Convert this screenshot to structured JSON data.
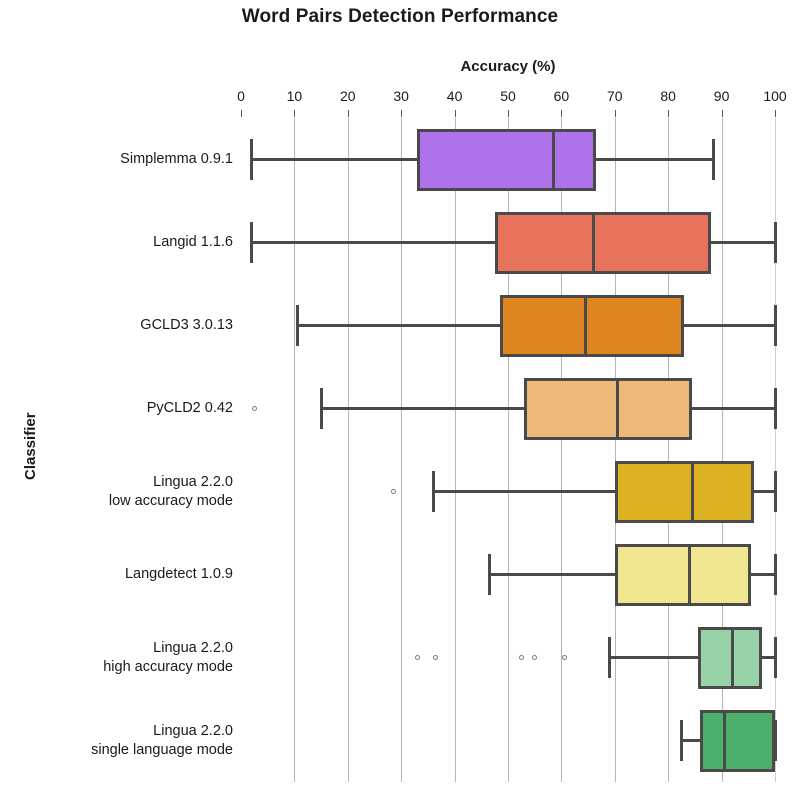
{
  "chart_data": {
    "type": "box",
    "title": "Word Pairs Detection Performance",
    "xlabel": "Accuracy (%)",
    "ylabel": "Classifier",
    "orientation": "horizontal",
    "xlim": [
      0,
      100
    ],
    "xticks": [
      0,
      10,
      20,
      30,
      40,
      50,
      60,
      70,
      80,
      90,
      100
    ],
    "xtick_labels": [
      "0",
      "10",
      "20",
      "30",
      "40",
      "50",
      "60",
      "70",
      "80",
      "90",
      "100"
    ],
    "grid": "vertical",
    "legend": "none",
    "categories": [
      "Simplemma 0.9.1",
      "Langid 1.1.6",
      "GCLD3 3.0.13",
      "PyCLD2 0.42",
      "Lingua 2.2.0 low accuracy mode",
      "Langdetect 1.0.9",
      "Lingua 2.2.0 high accuracy mode",
      "Lingua 2.2.0 single language mode"
    ],
    "boxes": [
      {
        "label_line1": "Simplemma 0.9.1",
        "label_line2": "",
        "whisker_low": 2.0,
        "q1": 33.0,
        "median": 58.5,
        "q3": 66.5,
        "whisker_high": 88.5,
        "fliers": [],
        "color": "#AF72EA"
      },
      {
        "label_line1": "Langid 1.1.6",
        "label_line2": "",
        "whisker_low": 2.0,
        "q1": 47.5,
        "median": 66.0,
        "q3": 88.0,
        "whisker_high": 100.0,
        "fliers": [],
        "color": "#E8735C"
      },
      {
        "label_line1": "GCLD3 3.0.13",
        "label_line2": "",
        "whisker_low": 10.5,
        "q1": 48.5,
        "median": 64.5,
        "q3": 83.0,
        "whisker_high": 100.0,
        "fliers": [],
        "color": "#DE8520"
      },
      {
        "label_line1": "PyCLD2 0.42",
        "label_line2": "",
        "whisker_low": 15.0,
        "q1": 53.0,
        "median": 70.5,
        "q3": 84.5,
        "whisker_high": 100.0,
        "fliers": [
          2.5
        ],
        "color": "#EDB878"
      },
      {
        "label_line1": "Lingua 2.2.0",
        "label_line2": "low accuracy mode",
        "whisker_low": 36.0,
        "q1": 70.0,
        "median": 84.5,
        "q3": 96.0,
        "whisker_high": 100.0,
        "fliers": [
          28.5
        ],
        "color": "#DDB222"
      },
      {
        "label_line1": "Langdetect 1.0.9",
        "label_line2": "",
        "whisker_low": 46.5,
        "q1": 70.0,
        "median": 84.0,
        "q3": 95.5,
        "whisker_high": 100.0,
        "fliers": [],
        "color": "#EFE68F"
      },
      {
        "label_line1": "Lingua 2.2.0",
        "label_line2": "high accuracy mode",
        "whisker_low": 69.0,
        "q1": 85.5,
        "median": 92.0,
        "q3": 97.5,
        "whisker_high": 100.0,
        "fliers": [
          33.0,
          36.5,
          52.5,
          55.0,
          60.5
        ],
        "color": "#97D2A8"
      },
      {
        "label_line1": "Lingua 2.2.0",
        "label_line2": "single language mode",
        "whisker_low": 82.5,
        "q1": 86.0,
        "median": 90.5,
        "q3": 100.0,
        "whisker_high": 100.0,
        "fliers": [],
        "color": "#4CB06A"
      }
    ]
  }
}
